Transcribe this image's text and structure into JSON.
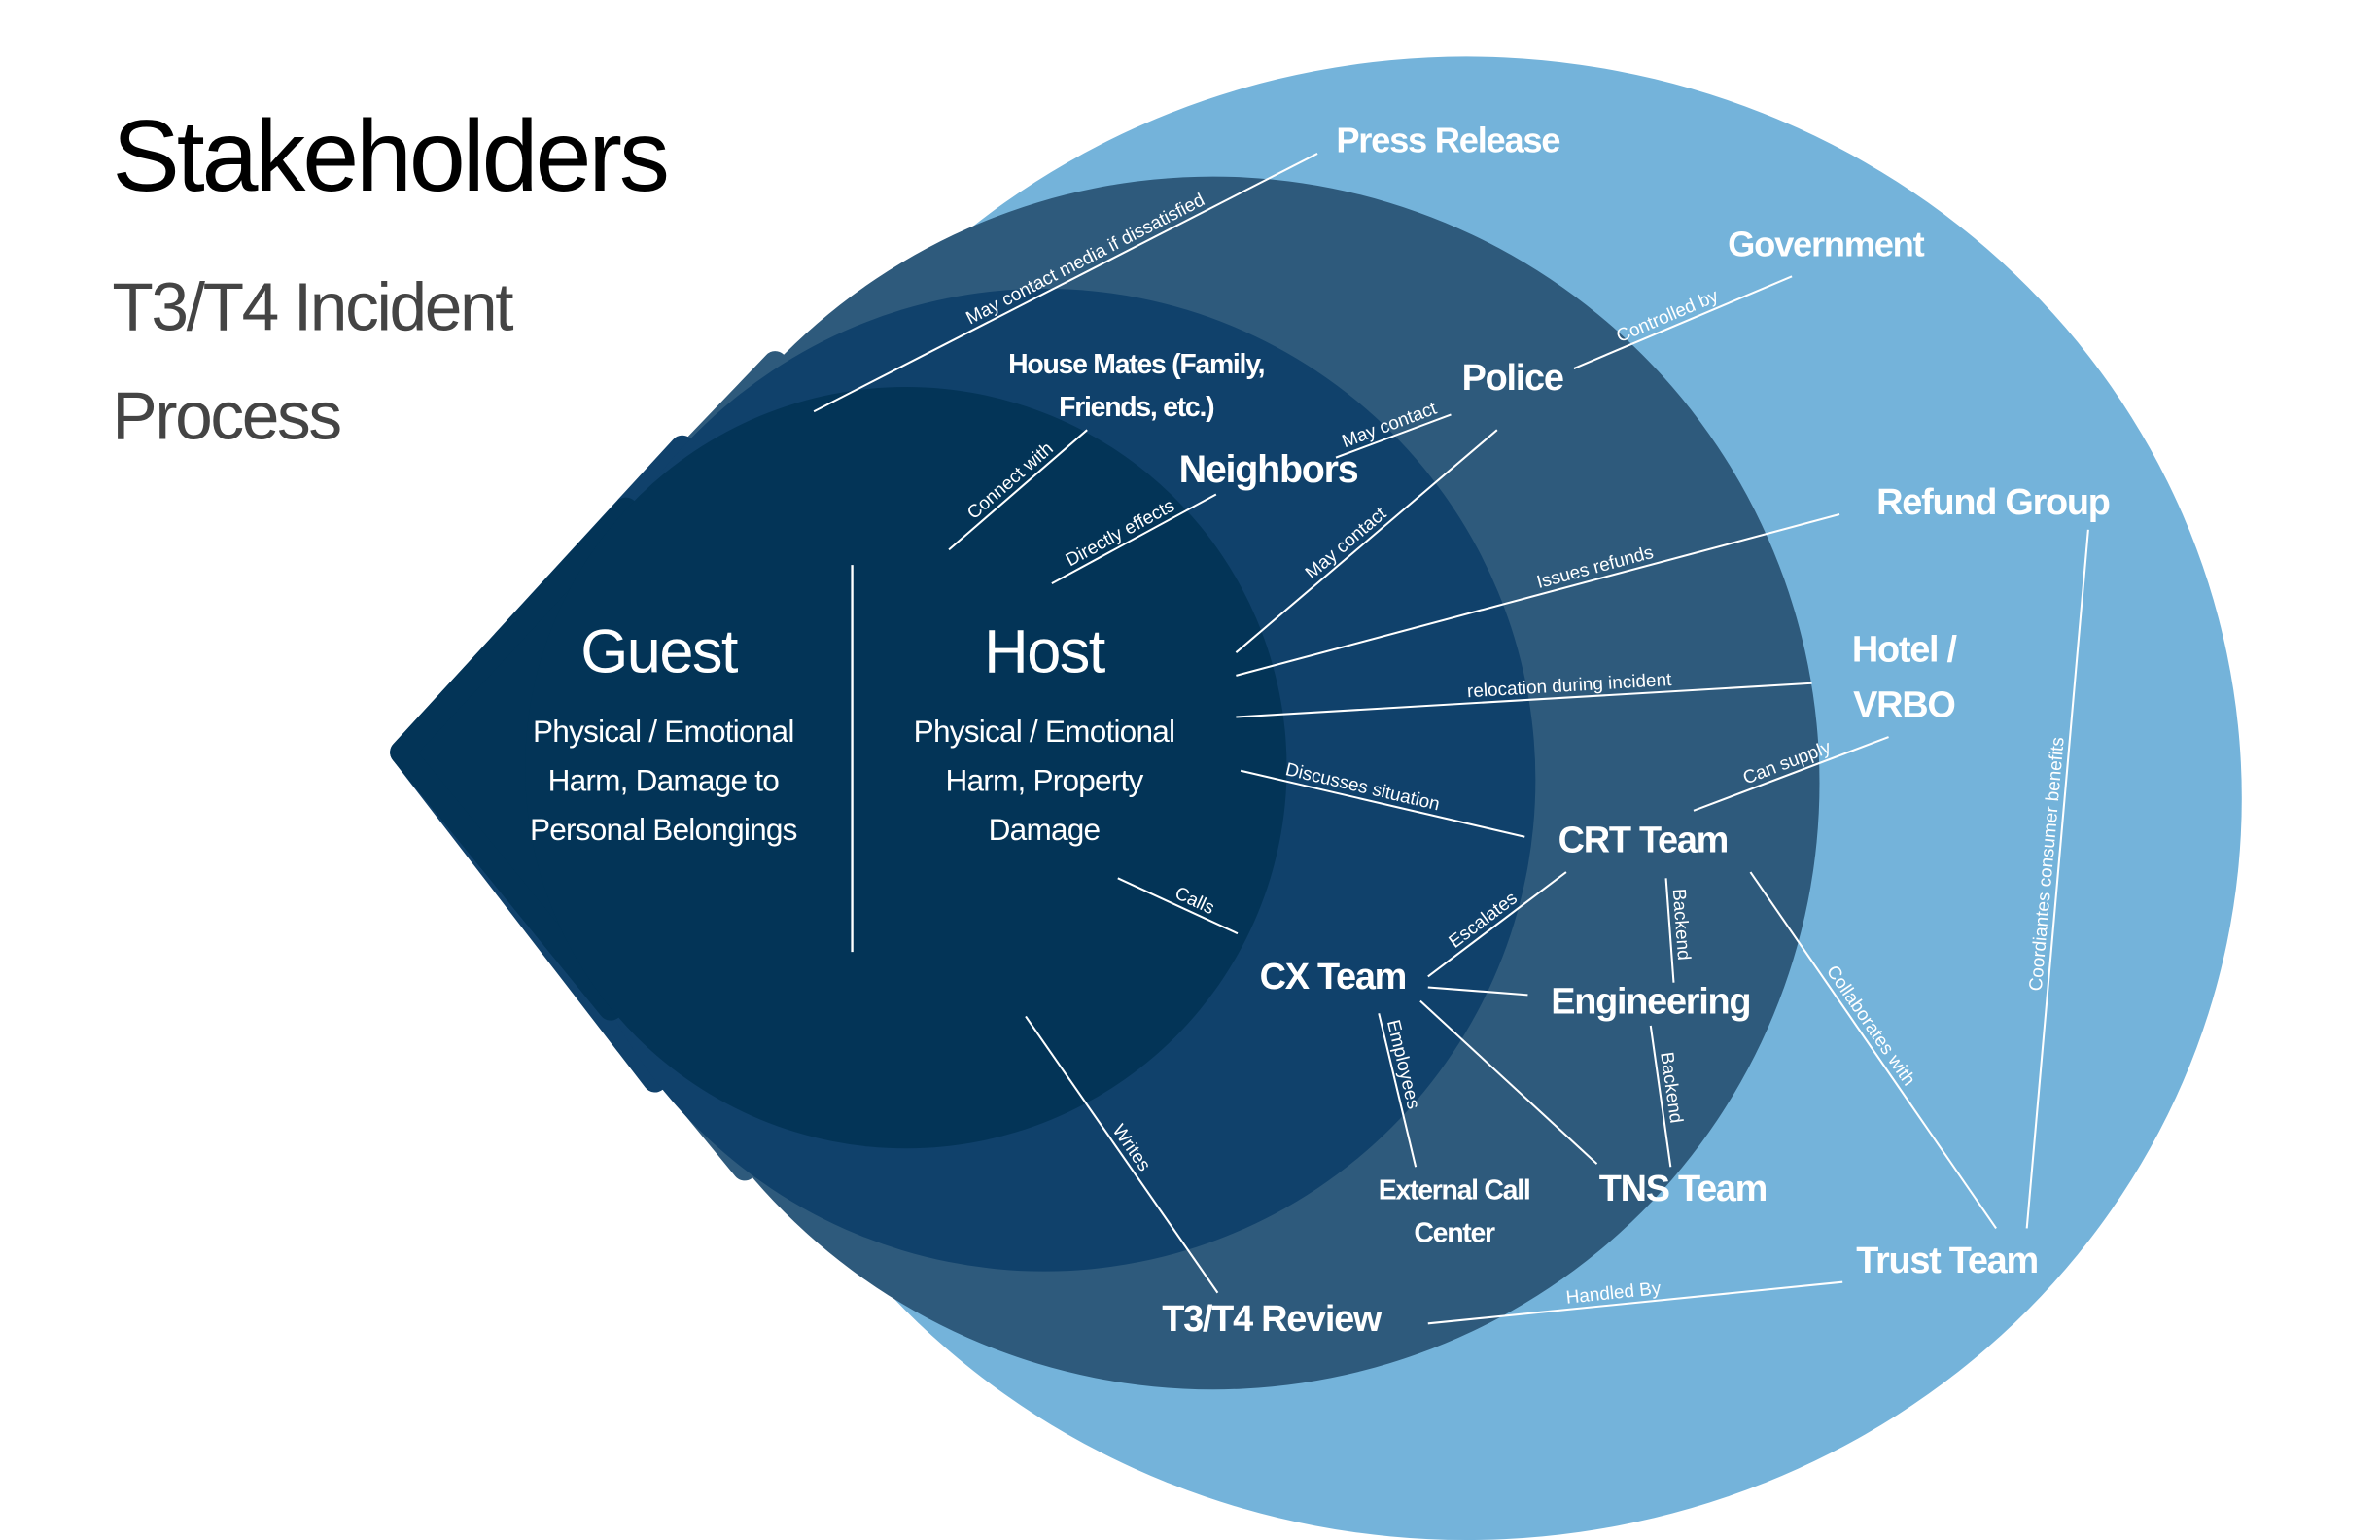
{
  "title": "Stakeholders",
  "subtitle_lines": [
    "T3/T4 Incident",
    "Process"
  ],
  "colors": {
    "outer": "#74b3da",
    "ring2": "#2e5a7c",
    "ring3": "#10416b",
    "core": "#033457",
    "text": "#ffffff"
  },
  "core": {
    "guest": {
      "name": "Guest",
      "desc": [
        "Physical / Emotional",
        "Harm, Damage to",
        "Personal Belongings"
      ]
    },
    "host": {
      "name": "Host",
      "desc": [
        "Physical / Emotional",
        "Harm, Property",
        "Damage"
      ]
    }
  },
  "nodes": {
    "press_release": "Press Release",
    "government": "Government",
    "police": "Police",
    "house_mates": [
      "House Mates (Family,",
      "Friends, etc.)"
    ],
    "neighbors": "Neighbors",
    "refund_group": "Refund Group",
    "hotel_vrbo": [
      "Hotel /",
      "VRBO"
    ],
    "crt_team": "CRT Team",
    "cx_team": "CX Team",
    "engineering": "Engineering",
    "external_call_center": [
      "External Call",
      "Center"
    ],
    "tns_team": "TNS Team",
    "trust_team": "Trust Team",
    "t3t4_review": "T3/T4 Review"
  },
  "edges": [
    {
      "id": "guest-press",
      "label": "May contact media if dissatisfied"
    },
    {
      "id": "guest-housemates",
      "label": "Connect with"
    },
    {
      "id": "host-neighbors",
      "label": "Directly effects"
    },
    {
      "id": "neighbors-police",
      "label": "May contact"
    },
    {
      "id": "police-government",
      "label": "Controlled by"
    },
    {
      "id": "host-police",
      "label": "May contact"
    },
    {
      "id": "host-refund",
      "label": "Issues refunds"
    },
    {
      "id": "host-hotel",
      "label": "relocation during incident"
    },
    {
      "id": "host-crt",
      "label": "Discusses situation"
    },
    {
      "id": "crt-hotel",
      "label": "Can supply"
    },
    {
      "id": "host-cx",
      "label": "Calls"
    },
    {
      "id": "cx-crt",
      "label": "Escalates"
    },
    {
      "id": "cx-engineering",
      "label": ""
    },
    {
      "id": "crt-engineering",
      "label": "Backend"
    },
    {
      "id": "cx-external",
      "label": "Employees"
    },
    {
      "id": "cx-tns",
      "label": ""
    },
    {
      "id": "engineering-tns",
      "label": "Backend"
    },
    {
      "id": "crt-trust",
      "label": "Collaborates with"
    },
    {
      "id": "refund-trust",
      "label": "Coordiantes consumer benefits"
    },
    {
      "id": "host-review",
      "label": "Writes"
    },
    {
      "id": "review-trust",
      "label": "Handled By"
    }
  ]
}
